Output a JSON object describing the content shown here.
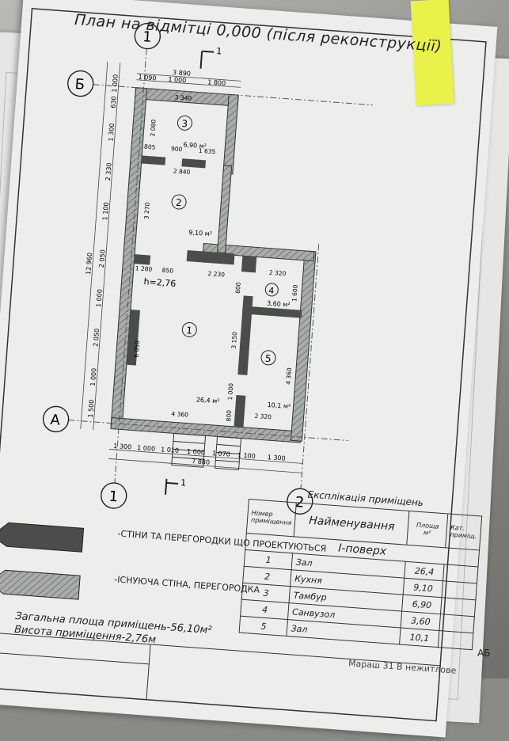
{
  "document": {
    "title": "План на відмітці 0,000 (після реконструкції)",
    "axes": {
      "axis_1": "1",
      "axis_2": "2",
      "axis_a": "А",
      "axis_b": "Б"
    },
    "section_mark": "1",
    "height_label": "h=2,76",
    "rooms": [
      {
        "num": "1",
        "area": "26,4 м²"
      },
      {
        "num": "2",
        "area": "9,10 м²"
      },
      {
        "num": "3",
        "area": "6,90 м²"
      },
      {
        "num": "4",
        "area": "3,60 м²"
      },
      {
        "num": "5",
        "area": "10,1 м²"
      }
    ],
    "dims_top": [
      "3 890",
      "1 090",
      "1 000",
      "1 800"
    ],
    "dims_left": [
      "1 000",
      "630",
      "1 300",
      "2 330",
      "1 100",
      "2 050",
      "1 000",
      "2 050",
      "1 000",
      "1 500"
    ],
    "dim_total_left": "12 960",
    "dims_bottom": [
      "1 300",
      "1 000",
      "1 010",
      "1 000",
      "1 070",
      "1 100",
      "1 300"
    ],
    "dim_total_bottom": "7 880",
    "dims_inner": [
      "3 340",
      "2 080",
      "805",
      "900",
      "1 635",
      "2 840",
      "3 270",
      "1 280",
      "850",
      "2 230",
      "2 320",
      "800",
      "1 600",
      "6 050",
      "3 150",
      "4 360",
      "1 000",
      "800",
      "4 360",
      "2 320"
    ]
  },
  "explication": {
    "caption": "Експлікація приміщень",
    "col_num": "Номер приміщення",
    "col_name": "Найменування",
    "col_area": "Площа м²",
    "col_cat": "Кат. приміщ.",
    "floor": "I-поверх",
    "rows": [
      {
        "num": "1",
        "name": "Зал",
        "area": "26,4"
      },
      {
        "num": "2",
        "name": "Кухня",
        "area": "9,10"
      },
      {
        "num": "3",
        "name": "Тамбур",
        "area": "6,90"
      },
      {
        "num": "4",
        "name": "Санвузол",
        "area": "3,60"
      },
      {
        "num": "5",
        "name": "Зал",
        "area": "10,1"
      }
    ]
  },
  "legend": {
    "new_walls": "-СТІНИ ТА ПЕРЕГОРОДКИ ЩО ПРОЕКТУЮТЬСЯ",
    "existing_walls": "-ІСНУЮЧА СТІНА, ПЕРЕГОРОДКА"
  },
  "totals": {
    "area": "Загальна площа приміщень-56,10м²",
    "height": "Висота приміщення-2,76м"
  },
  "stamp": "АБ",
  "bottom_fragment": "Мараш 31 В нежитлове",
  "colors": {
    "new_wall": "#4a4d4b",
    "existing_wall": "#8b928f",
    "sticky": "#e8f24a",
    "paper": "#ededeb"
  }
}
